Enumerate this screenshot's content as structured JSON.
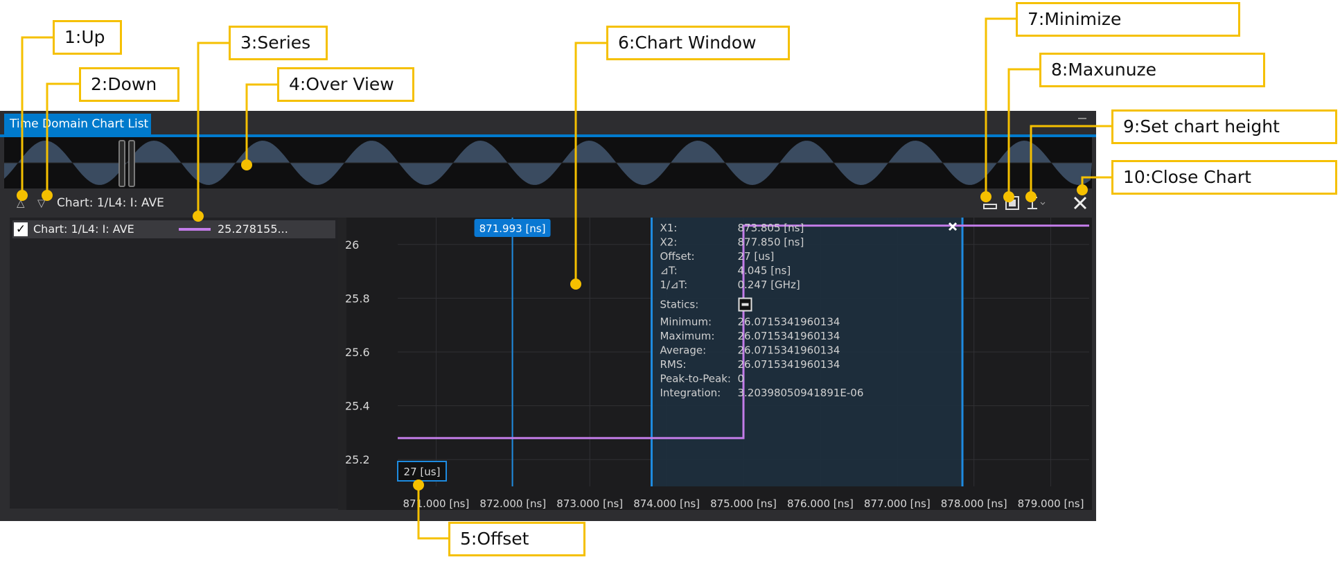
{
  "window": {
    "tab_label": "Time Domain Chart List"
  },
  "chart_header": {
    "title": "Chart: 1/L4: I: AVE",
    "up_icon": "triangle-up-icon",
    "down_icon": "triangle-down-icon",
    "tool_icons": [
      "minimize-icon",
      "maximize-icon",
      "chart-height-icon",
      "close-icon"
    ]
  },
  "series": [
    {
      "name": "Chart: 1/L4: I: AVE",
      "value": "25.278155...",
      "color": "#c27ce8",
      "checked": true
    }
  ],
  "markers": {
    "cursor_label": "871.993 [ns]",
    "offset_label": "27 [us]"
  },
  "measurement": {
    "rows": [
      {
        "label": "X1:",
        "value": "873.805 [ns]"
      },
      {
        "label": "X2:",
        "value": "877.850 [ns]"
      },
      {
        "label": "Offset:",
        "value": "27 [us]"
      },
      {
        "label": "⊿T:",
        "value": "4.045 [ns]"
      },
      {
        "label": "1/⊿T:",
        "value": "0.247 [GHz]"
      }
    ],
    "statics_label": "Statics:",
    "stats": [
      {
        "label": "Minimum:",
        "value": "26.0715341960134"
      },
      {
        "label": "Maximum:",
        "value": "26.0715341960134"
      },
      {
        "label": "Average:",
        "value": "26.0715341960134"
      },
      {
        "label": "RMS:",
        "value": "26.0715341960134"
      },
      {
        "label": "Peak-to-Peak:",
        "value": "0"
      },
      {
        "label": "Integration:",
        "value": "3.20398050941891E-06"
      }
    ]
  },
  "chart_data": {
    "type": "line",
    "xlim": [
      870.5,
      879.5
    ],
    "ylim": [
      25.1,
      26.1
    ],
    "x_ticks": [
      871,
      872,
      873,
      874,
      875,
      876,
      877,
      878,
      879
    ],
    "x_tick_labels": [
      "871.000 [ns]",
      "872.000 [ns]",
      "873.000 [ns]",
      "874.000 [ns]",
      "875.000 [ns]",
      "876.000 [ns]",
      "877.000 [ns]",
      "878.000 [ns]",
      "879.000 [ns]"
    ],
    "y_ticks": [
      25.2,
      25.4,
      25.6,
      25.8,
      26
    ],
    "y_tick_labels": [
      "25.2",
      "25.4",
      "25.6",
      "25.8",
      "26"
    ],
    "series": [
      {
        "x": [
          870.5,
          875.0,
          875.0,
          879.5
        ],
        "y": [
          25.28,
          25.28,
          26.07,
          26.07
        ],
        "color": "#c27ce8"
      }
    ],
    "cursors_x": [
      871.993,
      873.805,
      877.85
    ],
    "grid": true
  },
  "callouts": [
    {
      "label": "1:Up"
    },
    {
      "label": "2:Down"
    },
    {
      "label": "3:Series"
    },
    {
      "label": "4:Over View"
    },
    {
      "label": "5:Offset"
    },
    {
      "label": "6:Chart Window"
    },
    {
      "label": "7:Minimize"
    },
    {
      "label": "8:Maxunuze"
    },
    {
      "label": "9:Set chart height"
    },
    {
      "label": "10:Close Chart"
    }
  ],
  "colors": {
    "accent": "#007acc",
    "callout_border": "#f5c000",
    "series": "#c27ce8",
    "cursor": "#1e8be0"
  }
}
